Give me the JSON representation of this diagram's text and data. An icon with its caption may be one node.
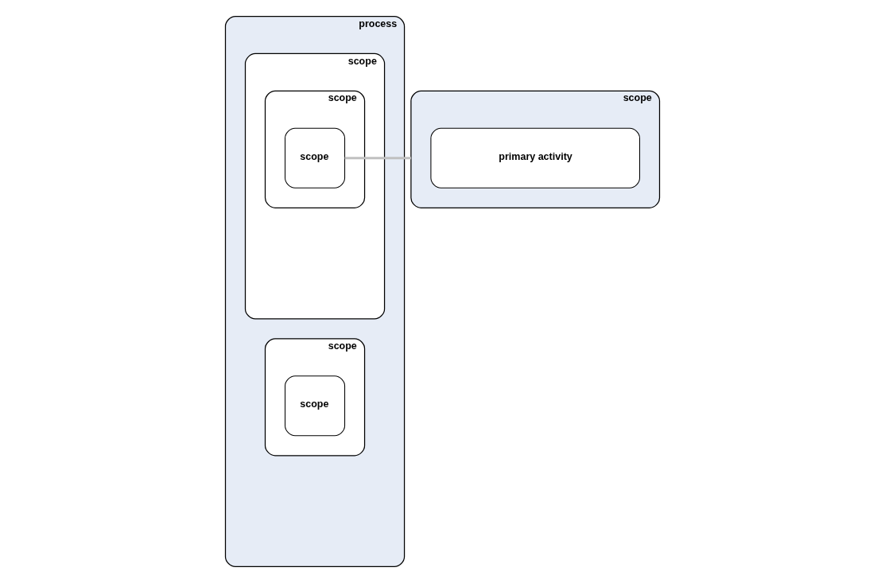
{
  "diagram": {
    "nodes": [
      {
        "text": [
          "process"
        ]
      },
      {
        "text": [
          "scope"
        ],
        "in": 0
      },
      {
        "text": [
          "scope"
        ],
        "in": 1
      },
      {
        "text": [
          "scope"
        ],
        "in": 2
      },
      {
        "text": [
          "scope"
        ],
        "in": 0
      },
      {
        "text": [
          "scope"
        ],
        "in": 4
      },
      {
        "text": [
          "scope"
        ]
      },
      {
        "text": [
          "primary activity"
        ],
        "in": 6
      }
    ],
    "edges": [
      {
        "from": 3,
        "to": 6,
        "arrow": "none",
        "color": "#c0c0c0"
      }
    ]
  }
}
